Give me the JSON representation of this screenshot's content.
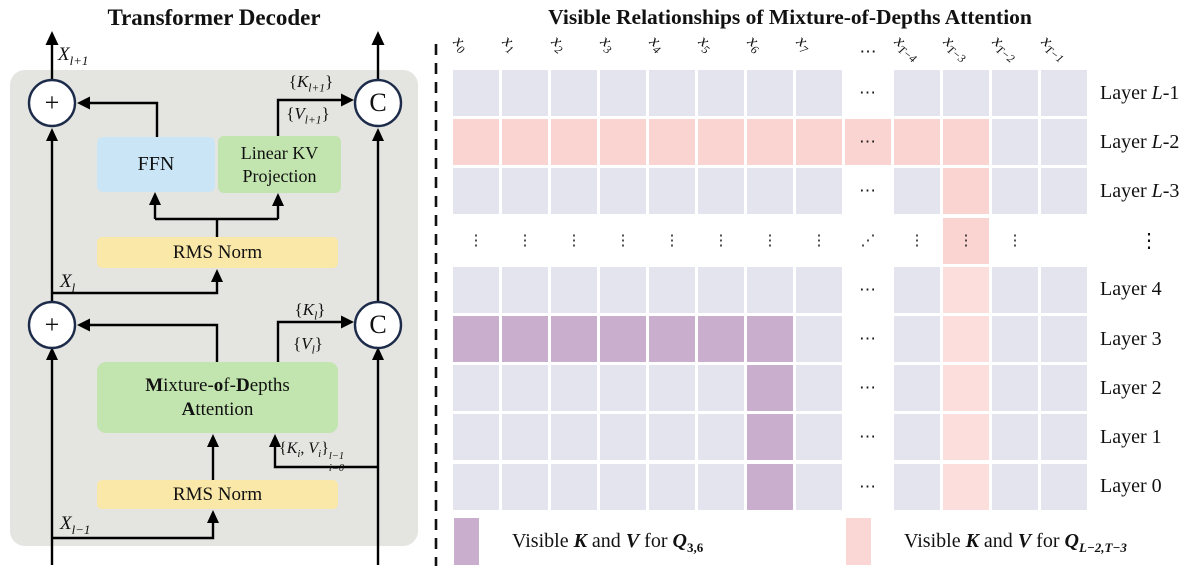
{
  "left_panel": {
    "title": "Transformer Decoder",
    "io_labels": {
      "x_next": {
        "base": "X",
        "sub": "l+1"
      },
      "x_cur": {
        "base": "X",
        "sub": "l"
      },
      "x_prev": {
        "base": "X",
        "sub": "l−1"
      }
    },
    "edge_labels": {
      "k_next": {
        "open": "{",
        "base": "K",
        "sub": "l+1",
        "close": "}"
      },
      "v_next": {
        "open": "{",
        "base": "V",
        "sub": "l+1",
        "close": "}"
      },
      "k_cur": {
        "open": "{",
        "base": "K",
        "sub": "l",
        "close": "}"
      },
      "v_cur": {
        "open": "{",
        "base": "V",
        "sub": "l",
        "close": "}"
      },
      "kv_cache": {
        "open": "{",
        "k": "K",
        "k_sub": "i",
        "sep": ", ",
        "v": "V",
        "v_sub": "i",
        "close": "}",
        "sup": "l−1",
        "sub": "i=0"
      }
    },
    "blocks": {
      "ffn": "FFN",
      "linear_kv_line1": "Linear KV",
      "linear_kv_line2": "Projection",
      "rms_norm_top": "RMS Norm",
      "rms_norm_bottom": "RMS Norm",
      "mod": {
        "m": "M",
        "m_rest": "ixture-",
        "o": "o",
        "o_rest": "f-",
        "d": "D",
        "d_rest": "epths",
        "a": "A",
        "a_rest": "ttention"
      }
    },
    "operators": {
      "add": "+",
      "concat": "C"
    },
    "colors": {
      "panel_bg": "#e4e4e1",
      "ffn": "#c9e5f6",
      "green": "#c2e4ae",
      "yellow": "#fae8a8",
      "circle_stroke": "#1d2b4a"
    }
  },
  "right_panel": {
    "title": "Visible Relationships of Mixture-of-Depths Attention",
    "header_ellipsis": "⋯",
    "column_labels": [
      {
        "base": "x",
        "sub": "0"
      },
      {
        "base": "x",
        "sub": "1"
      },
      {
        "base": "x",
        "sub": "2"
      },
      {
        "base": "x",
        "sub": "3"
      },
      {
        "base": "x",
        "sub": "4"
      },
      {
        "base": "x",
        "sub": "5"
      },
      {
        "base": "x",
        "sub": "6"
      },
      {
        "base": "x",
        "sub": "7"
      },
      {
        "base": "x",
        "sub": "T−4"
      },
      {
        "base": "x",
        "sub": "T−3"
      },
      {
        "base": "x",
        "sub": "T−2"
      },
      {
        "base": "x",
        "sub": "T−1"
      }
    ],
    "row_labels": [
      {
        "pre": "Layer ",
        "it": "L",
        "suf": "-1"
      },
      {
        "pre": "Layer ",
        "it": "L",
        "suf": "-2"
      },
      {
        "pre": "Layer ",
        "it": "L",
        "suf": "-3"
      },
      {
        "pre": "",
        "it": "",
        "suf": "⋮",
        "dots": true
      },
      {
        "pre": "Layer ",
        "it": "",
        "suf": "4"
      },
      {
        "pre": "Layer ",
        "it": "",
        "suf": "3"
      },
      {
        "pre": "Layer ",
        "it": "",
        "suf": "2"
      },
      {
        "pre": "Layer ",
        "it": "",
        "suf": "1"
      },
      {
        "pre": "Layer ",
        "it": "",
        "suf": "0"
      }
    ],
    "grid": {
      "colors": {
        "g": "#e3e4ed",
        "p": "#fad4d1",
        "q": "#fcdfdd",
        "u": "#c9aecd",
        "n": ""
      },
      "bg": [
        [
          "g",
          "g",
          "g",
          "g",
          "g",
          "g",
          "g",
          "g",
          "n",
          "g",
          "g",
          "g",
          "g"
        ],
        [
          "p",
          "p",
          "p",
          "p",
          "p",
          "p",
          "p",
          "p",
          "p",
          "p",
          "p",
          "g",
          "g"
        ],
        [
          "g",
          "g",
          "g",
          "g",
          "g",
          "g",
          "g",
          "g",
          "n",
          "g",
          "p",
          "g",
          "g"
        ],
        [
          "n",
          "n",
          "n",
          "n",
          "n",
          "n",
          "n",
          "n",
          "n",
          "n",
          "p",
          "n",
          "n"
        ],
        [
          "g",
          "g",
          "g",
          "g",
          "g",
          "g",
          "g",
          "g",
          "n",
          "g",
          "q",
          "g",
          "g"
        ],
        [
          "u",
          "u",
          "u",
          "u",
          "u",
          "u",
          "u",
          "g",
          "n",
          "g",
          "q",
          "g",
          "g"
        ],
        [
          "g",
          "g",
          "g",
          "g",
          "g",
          "g",
          "u",
          "g",
          "n",
          "g",
          "q",
          "g",
          "g"
        ],
        [
          "g",
          "g",
          "g",
          "g",
          "g",
          "g",
          "u",
          "g",
          "n",
          "g",
          "q",
          "g",
          "g"
        ],
        [
          "g",
          "g",
          "g",
          "g",
          "g",
          "g",
          "u",
          "g",
          "n",
          "g",
          "q",
          "g",
          "g"
        ]
      ],
      "glyphs": [
        [
          "",
          "",
          "",
          "",
          "",
          "",
          "",
          "",
          "⋯",
          "",
          "",
          "",
          ""
        ],
        [
          "",
          "",
          "",
          "",
          "",
          "",
          "",
          "",
          "⋯",
          "",
          "",
          "",
          ""
        ],
        [
          "",
          "",
          "",
          "",
          "",
          "",
          "",
          "",
          "⋯",
          "",
          "",
          "",
          ""
        ],
        [
          "⋮",
          "⋮",
          "⋮",
          "⋮",
          "⋮",
          "⋮",
          "⋮",
          "⋮",
          "⋰",
          "⋮",
          "⋮",
          "⋮",
          ""
        ],
        [
          "",
          "",
          "",
          "",
          "",
          "",
          "",
          "",
          "⋯",
          "",
          "",
          "",
          ""
        ],
        [
          "",
          "",
          "",
          "",
          "",
          "",
          "",
          "",
          "⋯",
          "",
          "",
          "",
          ""
        ],
        [
          "",
          "",
          "",
          "",
          "",
          "",
          "",
          "",
          "⋯",
          "",
          "",
          "",
          ""
        ],
        [
          "",
          "",
          "",
          "",
          "",
          "",
          "",
          "",
          "⋯",
          "",
          "",
          "",
          ""
        ],
        [
          "",
          "",
          "",
          "",
          "",
          "",
          "",
          "",
          "⋯",
          "",
          "",
          "",
          ""
        ]
      ]
    },
    "legend": [
      {
        "swatch_color": "#c9aecd",
        "t1": "Visible ",
        "k": "K",
        "t2": " and ",
        "v": "V",
        "t3": " for ",
        "q": "Q",
        "q_sub": "3,6"
      },
      {
        "swatch_color": "#fad7d5",
        "t1": "Visible ",
        "k": "K",
        "t2": " and ",
        "v": "V",
        "t3": " for ",
        "q": "Q",
        "q_sub": "L−2,T−3"
      }
    ]
  }
}
